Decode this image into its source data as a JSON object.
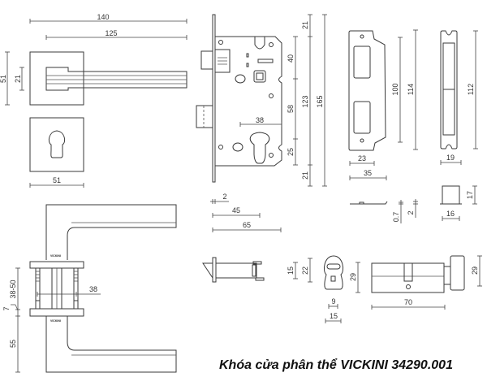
{
  "title": "Khóa cửa phân thể VICKINI 34290.001",
  "colors": {
    "line": "#3a3a3a",
    "text": "#333333",
    "background": "#ffffff"
  },
  "lever_top_view": {
    "dims": {
      "total_length": "140",
      "lever_length": "125",
      "rose_height": "51",
      "lever_height": "21"
    }
  },
  "escutcheon": {
    "dims": {
      "width": "51"
    }
  },
  "lever_side_view": {
    "brand_mark": "VICKINI",
    "dims": {
      "door_thickness": "38-50",
      "rose_thickness": "7",
      "lever_drop": "55",
      "spindle_spacing": "38"
    }
  },
  "mortise_body": {
    "dims": {
      "top_offset": "21",
      "spindle_to_top": "40",
      "spindle_to_cylinder": "58",
      "cylinder_to_bottom": "25",
      "bottom_offset": "21",
      "body_height": "123",
      "faceplate_height": "165",
      "backset": "38",
      "faceplate_thickness": "2",
      "case_depth": "45",
      "overall_depth": "65"
    }
  },
  "strike_plate": {
    "dims": {
      "hole_spacing": "100",
      "height": "114",
      "width": "23",
      "lip_width": "35",
      "thickness_plate": "0.7",
      "thickness_lip": "2"
    }
  },
  "faceplate_front": {
    "dims": {
      "height": "112",
      "width": "19"
    }
  },
  "latch_box": {
    "dims": {
      "height": "17",
      "width": "16"
    }
  },
  "latch_bolt": {
    "dims": {
      "bolt_height": "15",
      "body_height": "22"
    }
  },
  "cylinder_profile": {
    "dims": {
      "width_narrow": "9",
      "width_wide": "15"
    }
  },
  "cylinder_side": {
    "dims": {
      "height": "29",
      "length": "70",
      "knob_height": "29"
    }
  }
}
